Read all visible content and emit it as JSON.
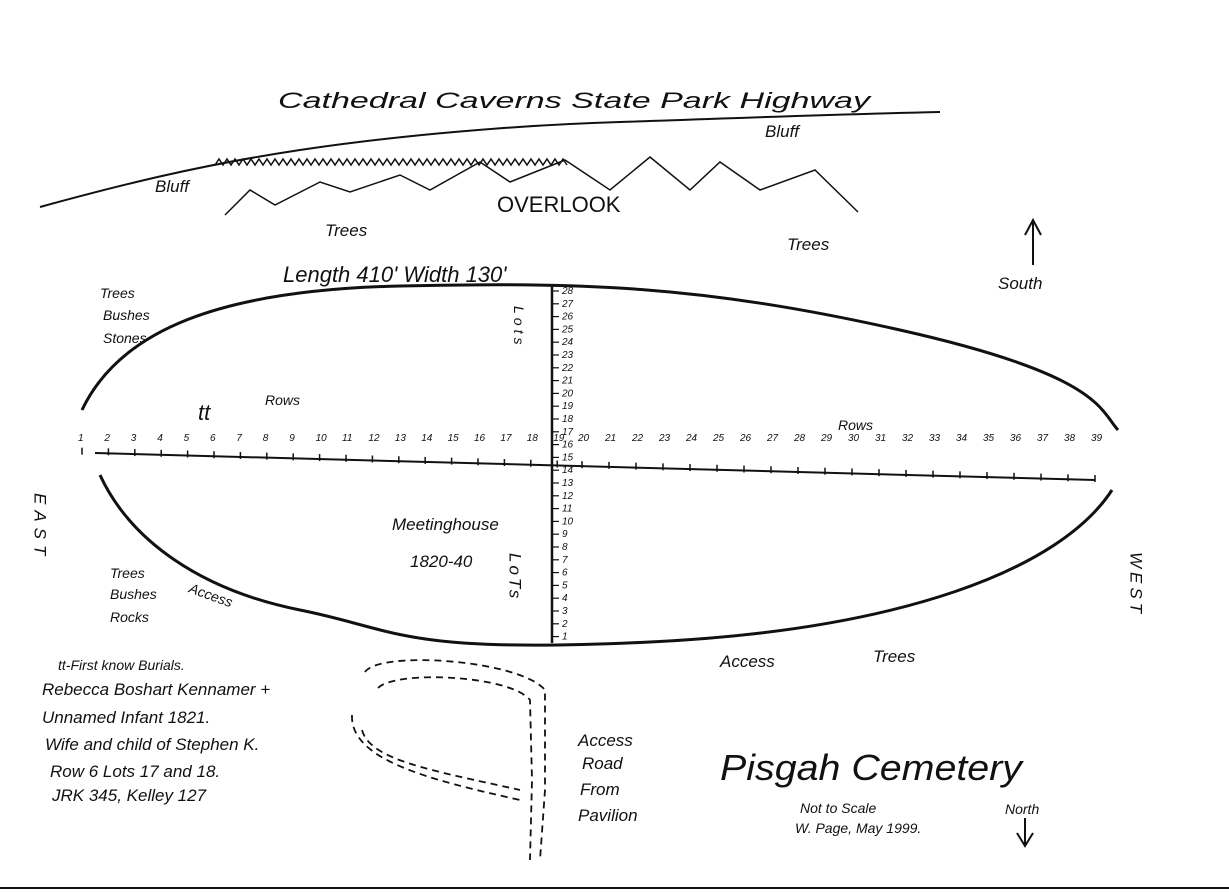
{
  "title": "Cathedral Caverns State Park Highway",
  "bluff_labels": [
    "Bluff",
    "Bluff"
  ],
  "overlook": "OVERLOOK",
  "trees_top": [
    "Trees",
    "Trees"
  ],
  "south": "South",
  "dimensions": "Length 410'  Width 130'",
  "nw_labels": [
    "Trees",
    "Bushes",
    "Stones"
  ],
  "rows_labels": [
    "Rows",
    "Rows"
  ],
  "first_burial_mark": "tt",
  "lots_vertical_top": "Lots",
  "lots_vertical_bottom": "LoTs",
  "east": "EAST",
  "west": "WEST",
  "meetinghouse": "Meetinghouse",
  "meetinghouse_years": "1820-40",
  "sw_labels": [
    "Trees",
    "Bushes",
    "Rocks"
  ],
  "access_left": "Access",
  "access_bottom": "Access",
  "trees_bottom": "Trees",
  "row_numbers": [
    "1",
    "2",
    "3",
    "4",
    "5",
    "6",
    "7",
    "8",
    "9",
    "10",
    "11",
    "12",
    "13",
    "14",
    "15",
    "16",
    "17",
    "18",
    "19",
    "20",
    "21",
    "22",
    "23",
    "24",
    "25",
    "26",
    "27",
    "28",
    "29",
    "30",
    "31",
    "32",
    "33",
    "34",
    "35",
    "36",
    "37",
    "38",
    "39"
  ],
  "lot_numbers": [
    "28",
    "27",
    "26",
    "25",
    "24",
    "23",
    "22",
    "21",
    "20",
    "19",
    "18",
    "17",
    "16",
    "15",
    "14",
    "13",
    "12",
    "11",
    "10",
    "9",
    "8",
    "7",
    "6",
    "5",
    "4",
    "3",
    "2",
    "1"
  ],
  "notes": [
    "tt-First know Burials.",
    "Rebecca Boshart Kennamer +",
    "Unnamed Infant 1821.",
    "Wife and child of Stephen K.",
    "Row 6 Lots 17 and 18.",
    "JRK 345, Kelley 127"
  ],
  "access_road": [
    "Access",
    "Road",
    "From",
    "Pavilion"
  ],
  "cemetery_name": "Pisgah Cemetery",
  "not_to_scale": "Not to Scale",
  "author": "W. Page, May 1999.",
  "north": "North"
}
